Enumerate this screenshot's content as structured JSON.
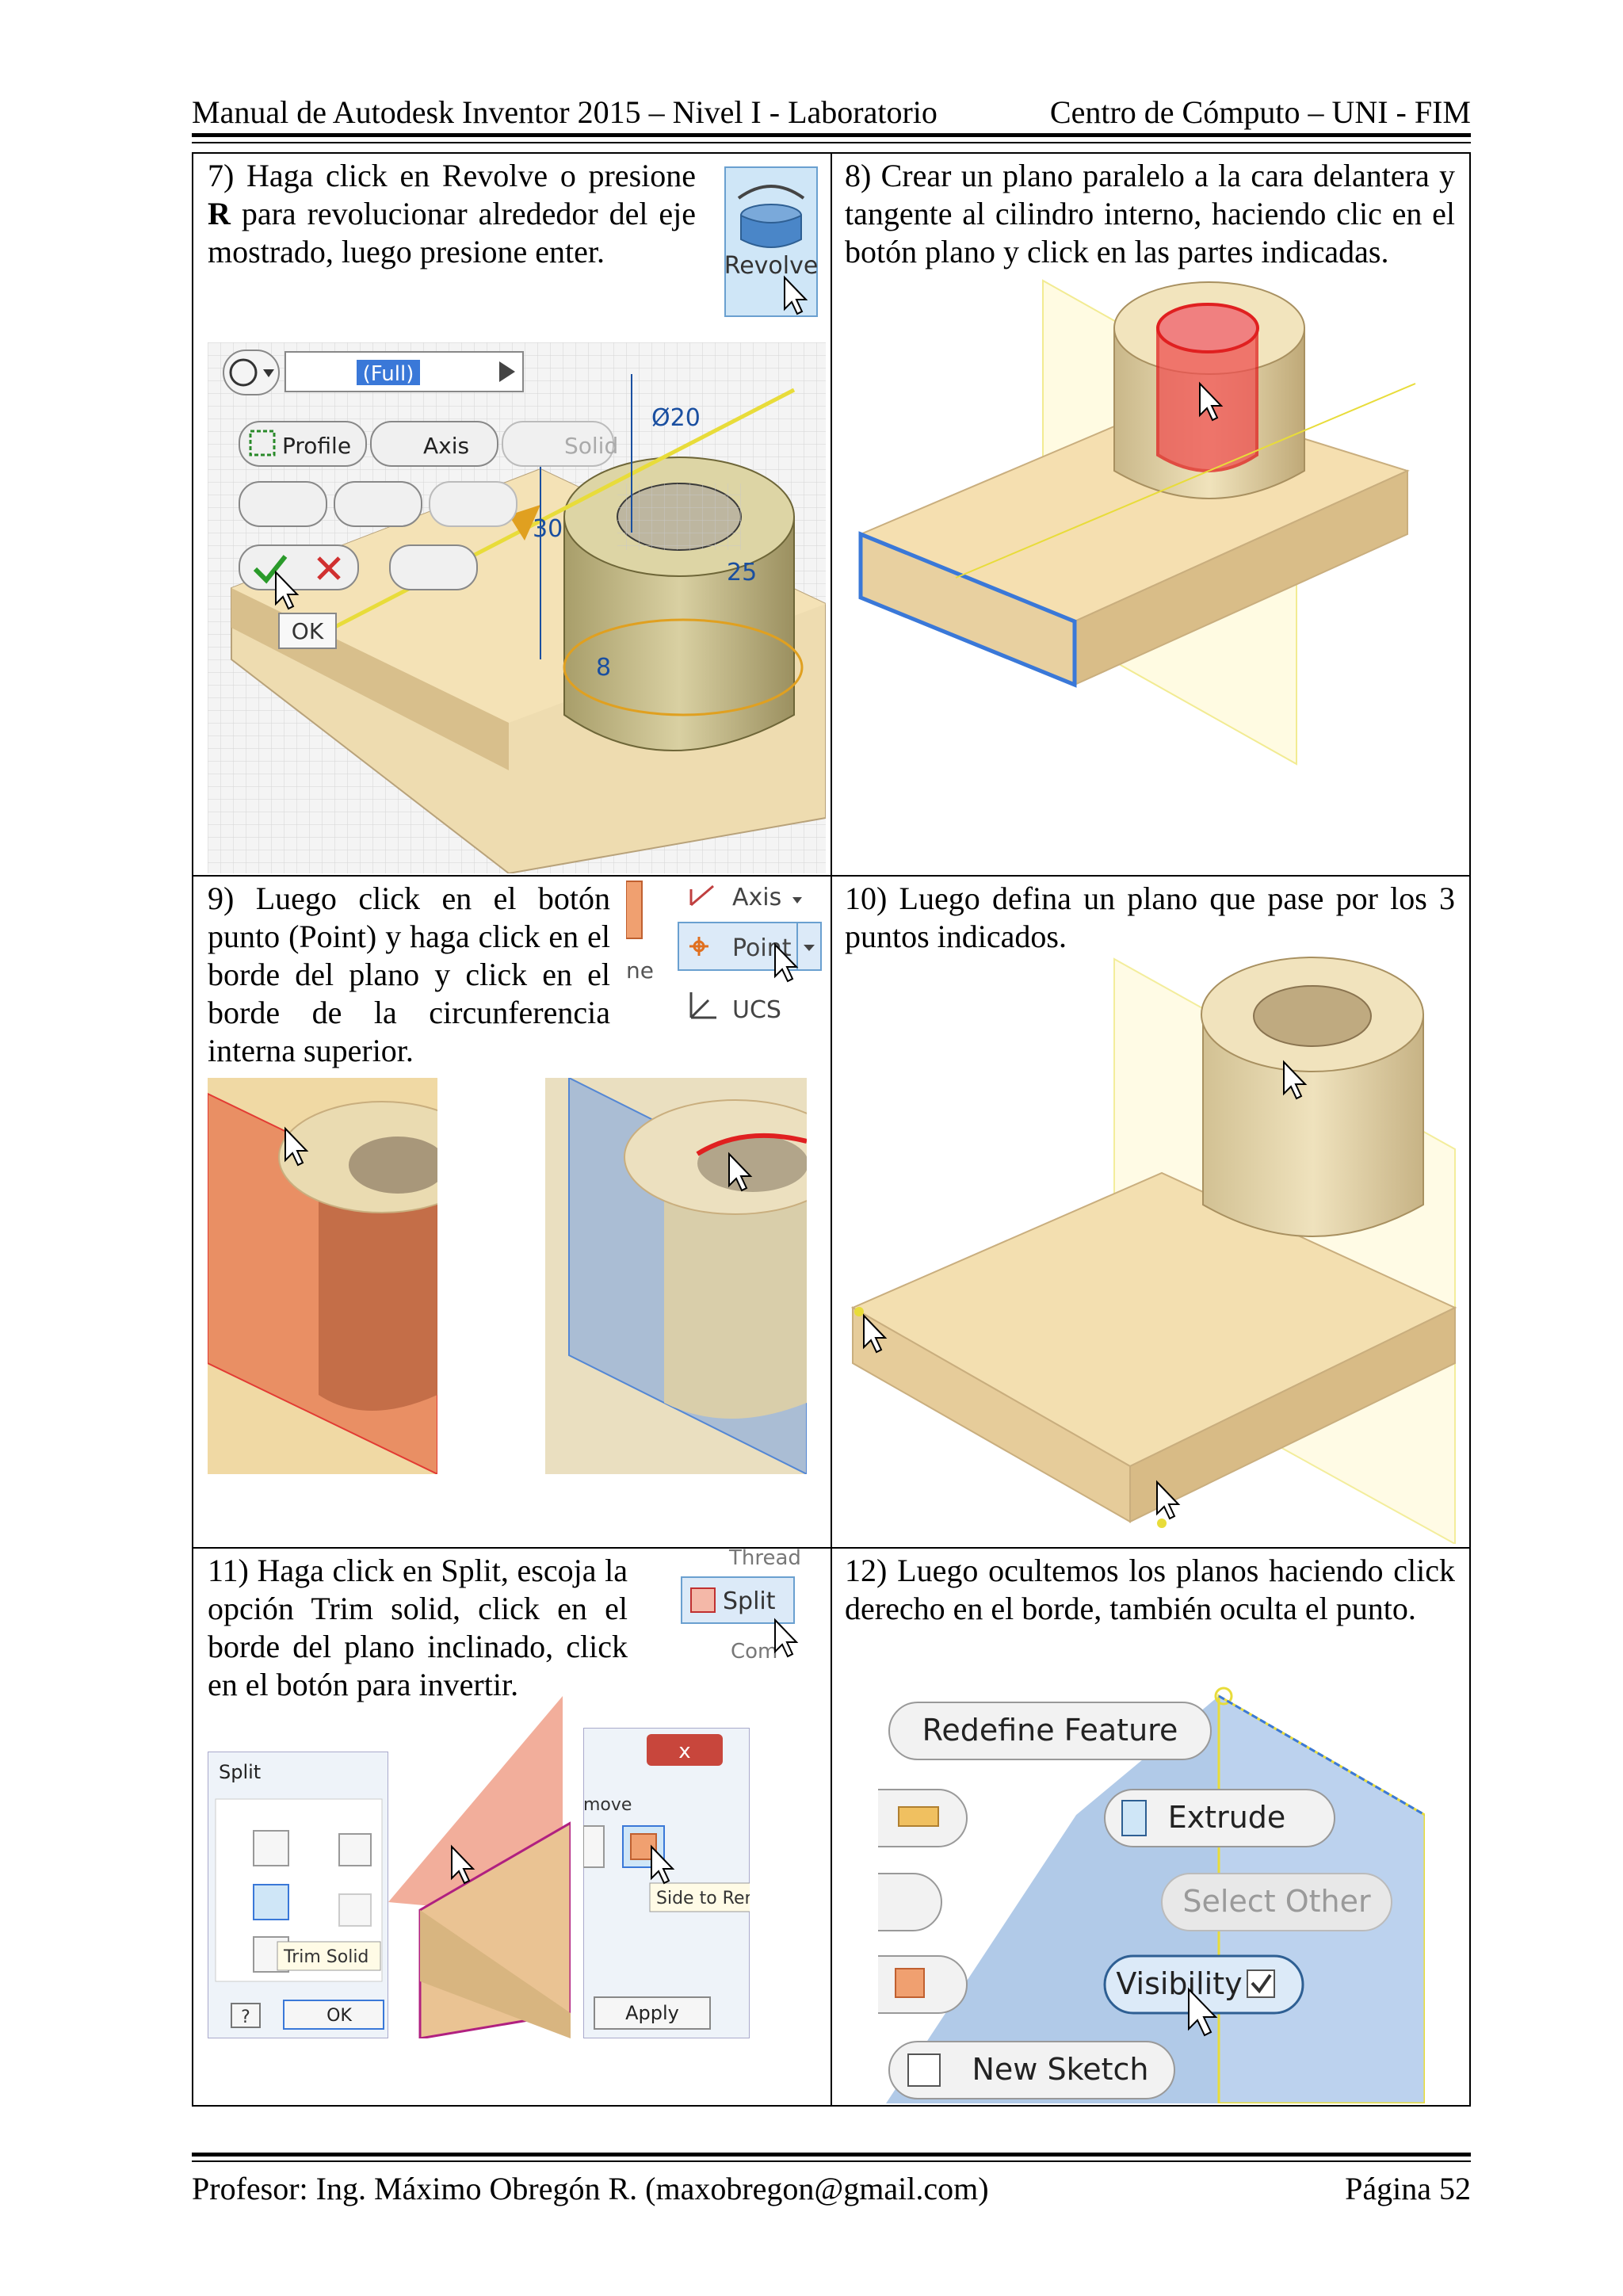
{
  "header": {
    "left": "Manual de Autodesk Inventor 2015 – Nivel I - Laboratorio",
    "right": "Centro de Cómputo – UNI - FIM"
  },
  "steps": [
    {
      "number": "7)",
      "text_a": "Haga click en Revolve o presione",
      "bold": "R",
      "text_b": "para revolucionar alrededor del eje mostrado, luego presione enter.",
      "ui": {
        "revolve": "Revolve",
        "full": "(Full)",
        "profile": "Profile",
        "axis": "Axis",
        "solid": "Solid",
        "ok": "OK",
        "dim_dia": "Ø20",
        "dim_30": "30",
        "dim_25": "25",
        "dim_8": "8"
      }
    },
    {
      "number": "8)",
      "text": "Crear un plano paralelo a la cara delantera y tangente al cilindro interno, haciendo clic en el botón plano y click en las partes indicadas."
    },
    {
      "number": "9)",
      "text": "Luego click en el botón punto (Point) y haga click en el borde del plano y click en el borde de la circunferencia interna superior.",
      "ui": {
        "axis": "Axis",
        "point": "Point",
        "ucs": "UCS",
        "ne": "ne"
      }
    },
    {
      "number": "10)",
      "text": "Luego defina un plano que pase por los 3 puntos indicados."
    },
    {
      "number": "11)",
      "text": "Haga click en Split, escoja la opción Trim solid,  click en el borde del plano inclinado, click en el botón para invertir.",
      "ui": {
        "thread": "Thread",
        "split": "Split",
        "combine": "Com",
        "dialog_title": "Split",
        "trim_solid": "Trim Solid",
        "ok": "OK",
        "help": "?",
        "remove": "move",
        "side_to_remove": "Side to Remove",
        "apply": "Apply",
        "close": "x"
      }
    },
    {
      "number": "12)",
      "text": "Luego ocultemos los planos haciendo click derecho en el borde, también oculta el punto.",
      "ui": {
        "redefine": "Redefine Feature",
        "extrude": "Extrude",
        "select_other": "Select Other",
        "visibility": "Visibility",
        "new_sketch": "New Sketch"
      }
    }
  ],
  "footer": {
    "left": "Profesor: Ing. Máximo Obregón R. (maxobregon@gmail.com)",
    "right": "Página 52"
  },
  "colors": {
    "wood": "#f1d9a8",
    "wood_dark": "#c9ae7e",
    "cylinder": "#d8cba2",
    "highlight_red": "#e02020",
    "plane_yellow": "#e8dc3a",
    "select_blue": "#3a78d8",
    "plane_orange": "#e8836a",
    "plane_blue": "#8fb0d8"
  }
}
